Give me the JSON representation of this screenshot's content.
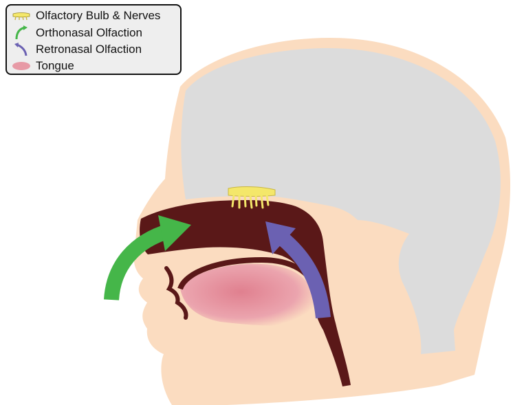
{
  "legend": {
    "items": [
      {
        "label": "Olfactory Bulb & Nerves",
        "icon": "olfactory-bulb-icon",
        "color": "#f4e76a"
      },
      {
        "label": "Orthonasal Olfaction",
        "icon": "green-arc-arrow-icon",
        "color": "#45b649"
      },
      {
        "label": "Retronasal Olfaction",
        "icon": "purple-arc-arrow-icon",
        "color": "#6b61b2"
      },
      {
        "label": "Tongue",
        "icon": "tongue-icon",
        "color": "#e79aa6"
      }
    ]
  },
  "colors": {
    "skin": "#fbdcc0",
    "brain": "#dcdcdc",
    "nasal_cavity": "#5a1818",
    "tongue": "#e79aa6"
  }
}
